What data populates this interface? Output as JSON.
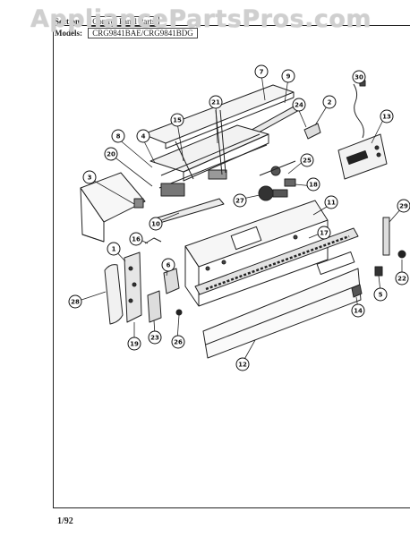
{
  "watermark": "AppliancePartsPros.com",
  "header": {
    "section_key": "Section:",
    "section_value": "Control Panel Parts",
    "model_key": "Models:",
    "model_value": "CRG9841BAE/CRG9841BDG"
  },
  "footer_code": "1/92",
  "callouts": [
    "1",
    "2",
    "3",
    "4",
    "5",
    "6",
    "7",
    "8",
    "9",
    "10",
    "11",
    "12",
    "13",
    "14",
    "15",
    "16",
    "17",
    "18",
    "19",
    "20",
    "21",
    "22",
    "23",
    "24",
    "25",
    "26",
    "27",
    "28",
    "29",
    "30"
  ]
}
